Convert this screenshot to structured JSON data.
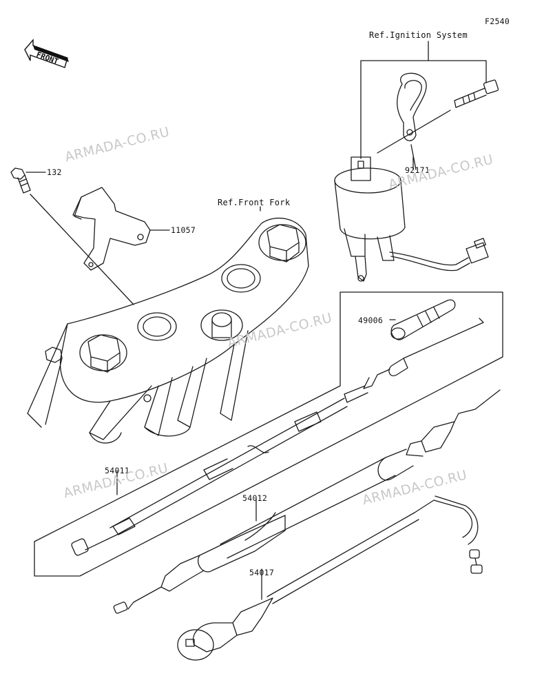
{
  "figure_code": "F2540",
  "front_label": "FRONT",
  "references": {
    "ignition": "Ref.Ignition System",
    "front_fork": "Ref.Front Fork"
  },
  "parts": [
    {
      "id": "p132",
      "number": "132"
    },
    {
      "id": "p11057",
      "number": "11057"
    },
    {
      "id": "p92171",
      "number": "92171"
    },
    {
      "id": "p49006",
      "number": "49006"
    },
    {
      "id": "p54011",
      "number": "54011"
    },
    {
      "id": "p54012",
      "number": "54012"
    },
    {
      "id": "p54017",
      "number": "54017"
    }
  ],
  "watermark_text": "ARMADA-CO.RU",
  "colors": {
    "line": "#1a1a1a",
    "watermark": "#c8c8c8",
    "background": "#ffffff"
  }
}
